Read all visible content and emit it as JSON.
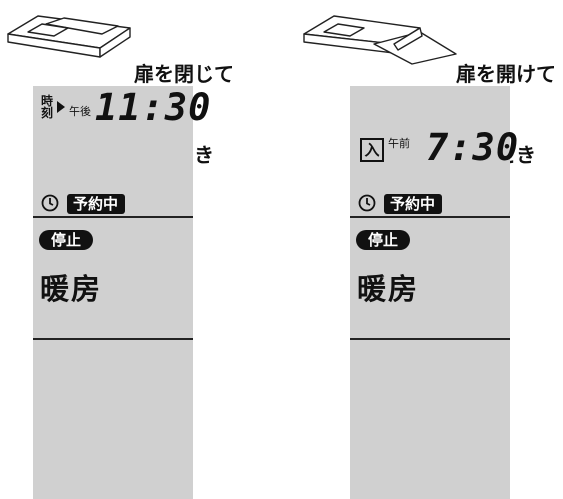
{
  "panels": {
    "closed": {
      "caption_line1": "扉を閉じて",
      "caption_line2": "いるとき",
      "time_label_1": "時",
      "time_label_2": "刻",
      "ampm": "午後",
      "time": "11:30",
      "reservation_label": "予約中",
      "status_label": "停止",
      "mode_label": "暖房"
    },
    "open": {
      "caption_line1": "扉を開けて",
      "caption_line2": "いるとき",
      "timer_icon_text": "入",
      "ampm": "午前",
      "time": "7:30",
      "reservation_label": "予約中",
      "status_label": "停止",
      "mode_label": "暖房"
    }
  },
  "icons": [
    "remote-closed-icon",
    "remote-open-icon",
    "arrow-right-icon",
    "clock-icon"
  ]
}
